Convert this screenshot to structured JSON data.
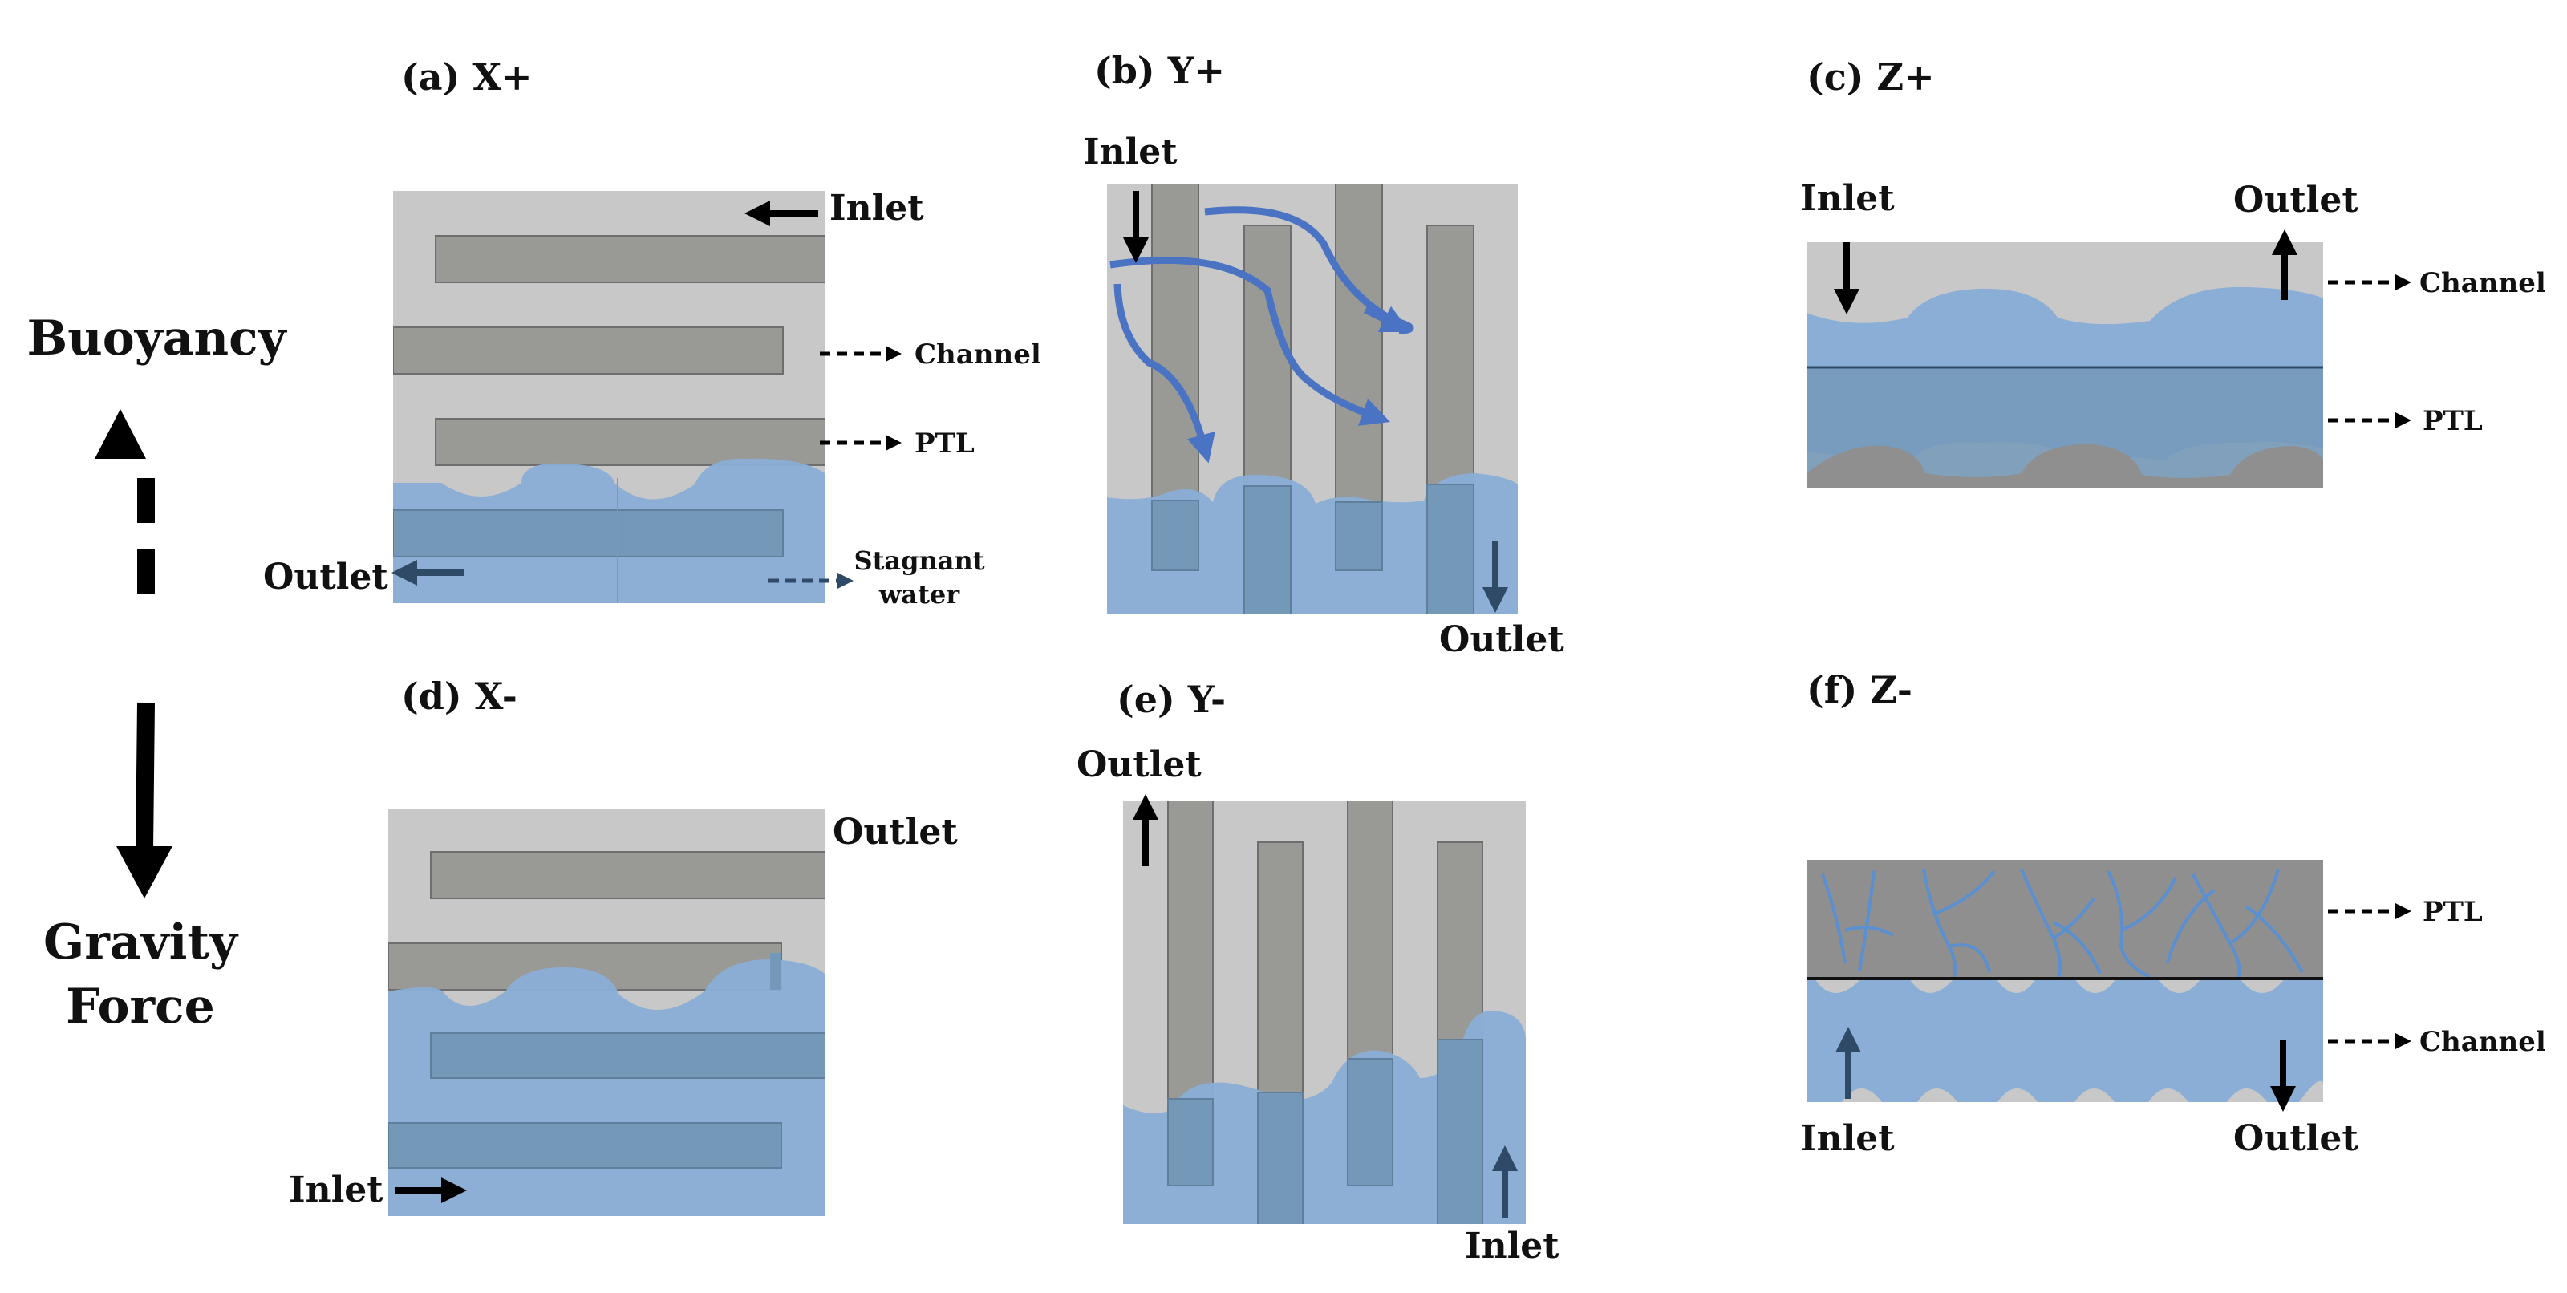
{
  "force_labels": {
    "buoyancy": "Buoyancy",
    "gravity_line1": "Gravity",
    "gravity_line2": "Force"
  },
  "panels": {
    "a": {
      "title": "(a) X+",
      "inlet": "Inlet",
      "outlet": "Outlet",
      "channel": "Channel",
      "ptl": "PTL",
      "stagnant_line1": "Stagnant",
      "stagnant_line2": "water"
    },
    "b": {
      "title": "(b) Y+",
      "inlet": "Inlet",
      "outlet": "Outlet"
    },
    "c": {
      "title": "(c) Z+",
      "inlet": "Inlet",
      "outlet": "Outlet",
      "channel": "Channel",
      "ptl": "PTL"
    },
    "d": {
      "title": "(d) X-",
      "inlet": "Inlet",
      "outlet": "Outlet"
    },
    "e": {
      "title": "(e) Y-",
      "inlet": "Inlet",
      "outlet": "Outlet"
    },
    "f": {
      "title": "(f) Z-",
      "inlet": "Inlet",
      "outlet": "Outlet",
      "channel": "Channel",
      "ptl": "PTL"
    }
  },
  "colors": {
    "background": "#c8c8c8",
    "rib": "#999a96",
    "water": "#8aaed6",
    "water_overlay": "#7499b8",
    "flow_arrow": "#4a73c4",
    "dark_arrow": "#2e4a66"
  }
}
